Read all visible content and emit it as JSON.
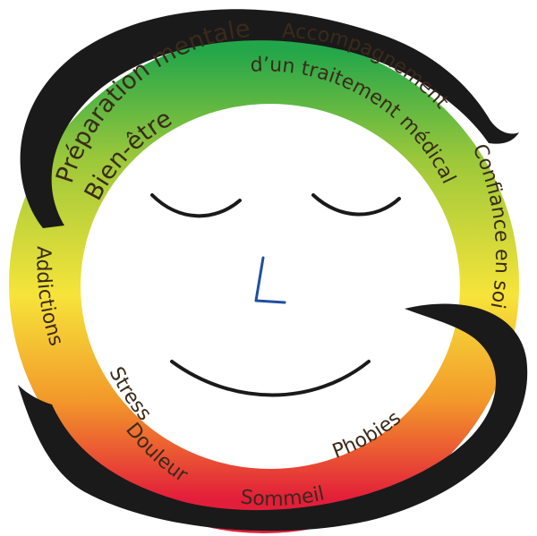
{
  "labels": {
    "preparation": "Préparation mentale",
    "bien_etre": "Bien-être",
    "accompagnement": "Accompagnement",
    "traitement": "d’un traitement médical",
    "confiance": "Confiance en soi",
    "addictions": "Addictions",
    "stress": "Stress",
    "douleur": "Douleur",
    "sommeil": "Sommeil",
    "phobies": "Phobies"
  },
  "colors": {
    "top": "#23a64a",
    "upper": "#9cc83a",
    "middle": "#f6e43a",
    "lower": "#f39a2a",
    "bottom": "#e31e3a",
    "stroke": "#1a1a1a",
    "nose": "#1f4fa0",
    "text": "#3a2a1a"
  }
}
